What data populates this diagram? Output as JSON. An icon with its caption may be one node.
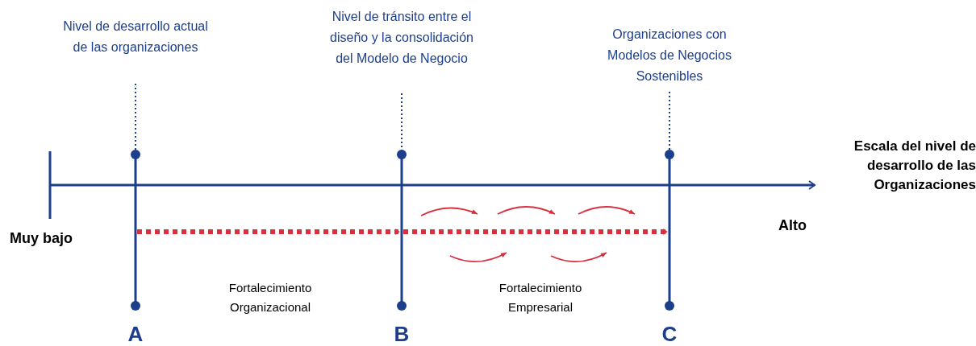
{
  "diagram": {
    "nodes": [
      {
        "text": [
          "Nivel de desarrollo actual de las organizaciones"
        ]
      },
      {
        "text": [
          "Nivel de tránsito entre el diseño y la consolidación del Modelo de Negocio"
        ]
      },
      {
        "text": [
          "Organizaciones con Modelos de Negocios Sostenibles"
        ]
      },
      {
        "text": [
          "A"
        ]
      },
      {
        "text": [
          "B"
        ]
      },
      {
        "text": [
          "C"
        ]
      }
    ],
    "edges": [
      {
        "from": 0,
        "to": 3,
        "arrow": "none",
        "style": "dashed"
      },
      {
        "from": 1,
        "to": 4,
        "arrow": "none",
        "style": "dashed"
      },
      {
        "from": 2,
        "to": 5,
        "arrow": "none",
        "style": "dashed"
      },
      {
        "from": 3,
        "to": 4,
        "arrow": "to",
        "style": "dashed",
        "color": "#d9303e"
      },
      {
        "from": 4,
        "to": 5,
        "arrow": "to",
        "style": "dashed",
        "color": "#d9303e"
      }
    ],
    "labels": [
      "Escala del nivel de desarrollo de las Organizaciones",
      "Muy bajo",
      "Alto",
      "Fortalecimiento Organizacional",
      "Fortalecimiento Empresarial"
    ]
  }
}
